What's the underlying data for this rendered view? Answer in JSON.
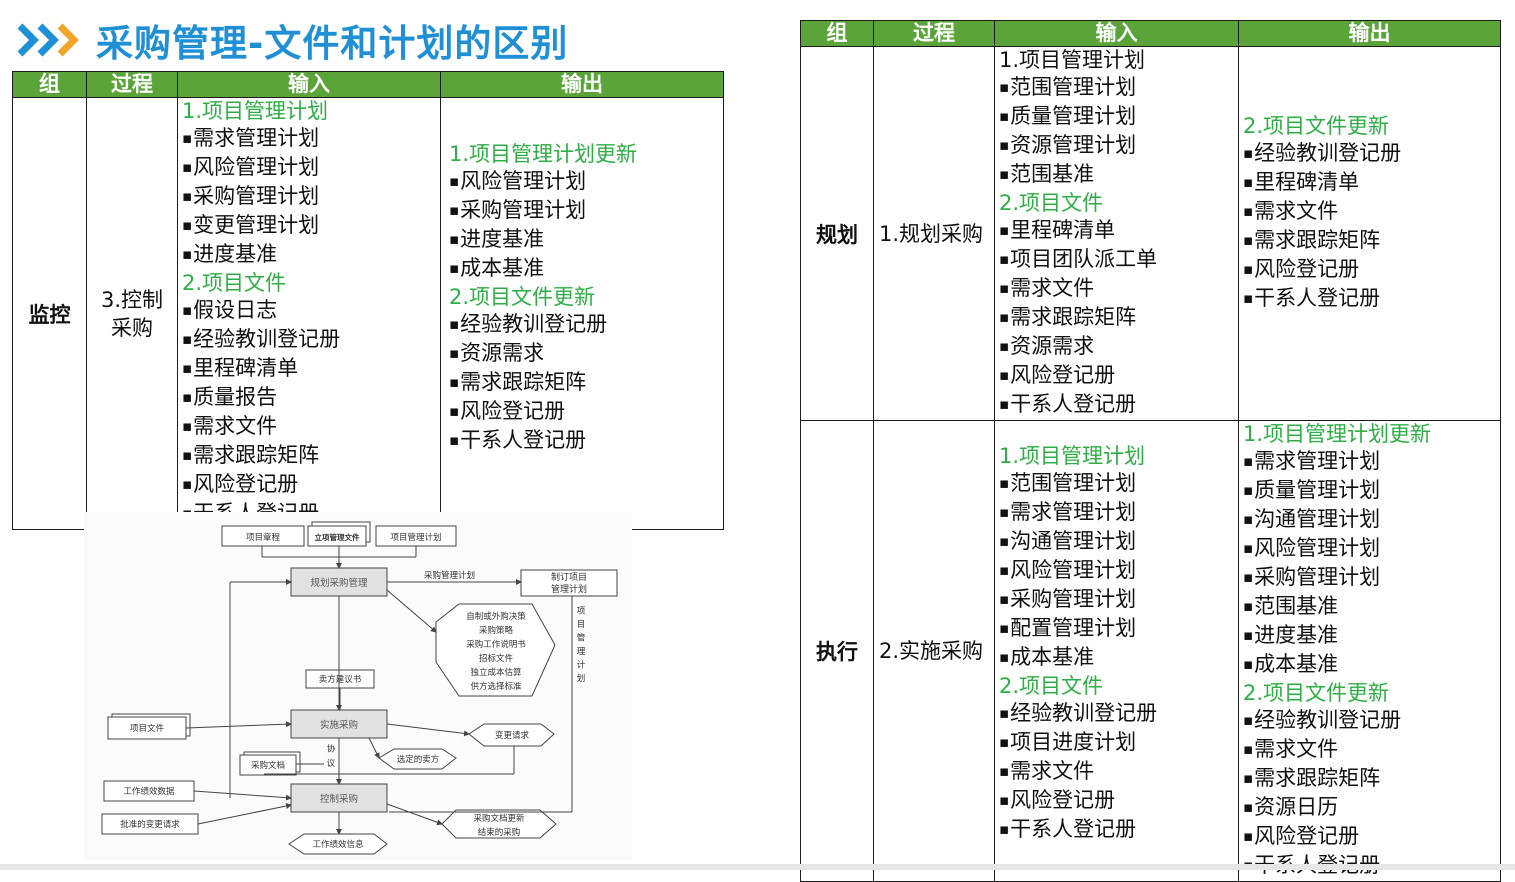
{
  "title": "采购管理-文件和计划的区别",
  "headers": {
    "group": "组",
    "process": "过程",
    "input": "输入",
    "output": "输出"
  },
  "colors": {
    "title": "#1f8fd6",
    "header_bg": "#5aa43a",
    "highlight": "#2eae44",
    "chevron_blue": "#1f8fd6",
    "chevron_orange": "#f2a52b"
  },
  "left_table": {
    "group": "监控",
    "process": "3.控制采购",
    "inputs": [
      {
        "text": "1.项目管理计划",
        "type": "heading"
      },
      {
        "text": "需求管理计划",
        "type": "bullet"
      },
      {
        "text": "风险管理计划",
        "type": "bullet"
      },
      {
        "text": "采购管理计划",
        "type": "bullet"
      },
      {
        "text": "变更管理计划",
        "type": "bullet"
      },
      {
        "text": "进度基准",
        "type": "bullet"
      },
      {
        "text": "2.项目文件",
        "type": "heading"
      },
      {
        "text": "假设日志",
        "type": "bullet"
      },
      {
        "text": "经验教训登记册",
        "type": "bullet"
      },
      {
        "text": "里程碑清单",
        "type": "bullet"
      },
      {
        "text": "质量报告",
        "type": "bullet"
      },
      {
        "text": "需求文件",
        "type": "bullet"
      },
      {
        "text": "需求跟踪矩阵",
        "type": "bullet"
      },
      {
        "text": "风险登记册",
        "type": "bullet"
      },
      {
        "text": "干系人登记册",
        "type": "bullet"
      }
    ],
    "outputs": [
      {
        "text": "1.项目管理计划更新",
        "type": "heading"
      },
      {
        "text": "风险管理计划",
        "type": "bullet"
      },
      {
        "text": "采购管理计划",
        "type": "bullet"
      },
      {
        "text": "进度基准",
        "type": "bullet"
      },
      {
        "text": "成本基准",
        "type": "bullet"
      },
      {
        "text": "2.项目文件更新",
        "type": "heading"
      },
      {
        "text": "经验教训登记册",
        "type": "bullet"
      },
      {
        "text": "资源需求",
        "type": "bullet"
      },
      {
        "text": "需求跟踪矩阵",
        "type": "bullet"
      },
      {
        "text": "风险登记册",
        "type": "bullet"
      },
      {
        "text": "干系人登记册",
        "type": "bullet"
      }
    ]
  },
  "right_table": {
    "rows": [
      {
        "group": "规划",
        "process": "1.规划采购",
        "inputs": [
          {
            "text": "1.项目管理计划",
            "type": "heading"
          },
          {
            "text": "范围管理计划",
            "type": "bullet"
          },
          {
            "text": "质量管理计划",
            "type": "bullet"
          },
          {
            "text": "资源管理计划",
            "type": "bullet"
          },
          {
            "text": "范围基准",
            "type": "bullet"
          },
          {
            "text": "2.项目文件",
            "type": "heading"
          },
          {
            "text": "里程碑清单",
            "type": "bullet"
          },
          {
            "text": "项目团队派工单",
            "type": "bullet"
          },
          {
            "text": "需求文件",
            "type": "bullet"
          },
          {
            "text": "需求跟踪矩阵",
            "type": "bullet"
          },
          {
            "text": "资源需求",
            "type": "bullet"
          },
          {
            "text": "风险登记册",
            "type": "bullet"
          },
          {
            "text": "干系人登记册",
            "type": "bullet"
          }
        ],
        "outputs": [
          {
            "text": "2.项目文件更新",
            "type": "heading"
          },
          {
            "text": "经验教训登记册",
            "type": "bullet"
          },
          {
            "text": "里程碑清单",
            "type": "bullet"
          },
          {
            "text": "需求文件",
            "type": "bullet"
          },
          {
            "text": "需求跟踪矩阵",
            "type": "bullet"
          },
          {
            "text": "风险登记册",
            "type": "bullet"
          },
          {
            "text": "干系人登记册",
            "type": "bullet"
          }
        ]
      },
      {
        "group": "执行",
        "process": "2.实施采购",
        "inputs": [
          {
            "text": "1.项目管理计划",
            "type": "heading"
          },
          {
            "text": "范围管理计划",
            "type": "bullet"
          },
          {
            "text": "需求管理计划",
            "type": "bullet"
          },
          {
            "text": "沟通管理计划",
            "type": "bullet"
          },
          {
            "text": "风险管理计划",
            "type": "bullet"
          },
          {
            "text": "采购管理计划",
            "type": "bullet"
          },
          {
            "text": "配置管理计划",
            "type": "bullet"
          },
          {
            "text": "成本基准",
            "type": "bullet"
          },
          {
            "text": "2.项目文件",
            "type": "heading"
          },
          {
            "text": "经验教训登记册",
            "type": "bullet"
          },
          {
            "text": "项目进度计划",
            "type": "bullet"
          },
          {
            "text": "需求文件",
            "type": "bullet"
          },
          {
            "text": "风险登记册",
            "type": "bullet"
          },
          {
            "text": "干系人登记册",
            "type": "bullet"
          }
        ],
        "outputs": [
          {
            "text": "1.项目管理计划更新",
            "type": "heading"
          },
          {
            "text": "需求管理计划",
            "type": "bullet"
          },
          {
            "text": "质量管理计划",
            "type": "bullet"
          },
          {
            "text": "沟通管理计划",
            "type": "bullet"
          },
          {
            "text": "风险管理计划",
            "type": "bullet"
          },
          {
            "text": "采购管理计划",
            "type": "bullet"
          },
          {
            "text": "范围基准",
            "type": "bullet"
          },
          {
            "text": "进度基准",
            "type": "bullet"
          },
          {
            "text": "成本基准",
            "type": "bullet"
          },
          {
            "text": "2.项目文件更新",
            "type": "heading"
          },
          {
            "text": "经验教训登记册",
            "type": "bullet"
          },
          {
            "text": "需求文件",
            "type": "bullet"
          },
          {
            "text": "需求跟踪矩阵",
            "type": "bullet"
          },
          {
            "text": "资源日历",
            "type": "bullet"
          },
          {
            "text": "风险登记册",
            "type": "bullet"
          },
          {
            "text": "干系人登记册",
            "type": "bullet"
          }
        ]
      }
    ]
  },
  "flow": {
    "project_charter": "项目章程",
    "initiation_docs": "立项管理文件",
    "pm_plan_top": "项目管理计划",
    "plan_procurement": "规划采购管理",
    "procurement_plan_label": "采购管理计划",
    "develop_pm_plan_1": "制订项目",
    "develop_pm_plan_2": "管理计划",
    "pm_plan_vertical": "项目管理计划",
    "outputs_1": [
      "自制或外购决策",
      "采购策略",
      "采购工作说明书",
      "招标文件",
      "独立成本估算",
      "供方选择标准"
    ],
    "seller_proposals": "卖方建议书",
    "project_documents": "项目文件",
    "conduct_procurement": "实施采购",
    "change_requests": "变更请求",
    "agreements_vertical": "协议",
    "selected_sellers": "选定的卖方",
    "procurement_docs": "采购文档",
    "work_performance_data": "工作绩效数据",
    "control_procurement": "控制采购",
    "approved_change_requests": "批准的变更请求",
    "outputs_3": [
      "采购文档更新",
      "结束的采购"
    ],
    "work_performance_info": "工作绩效信息"
  }
}
